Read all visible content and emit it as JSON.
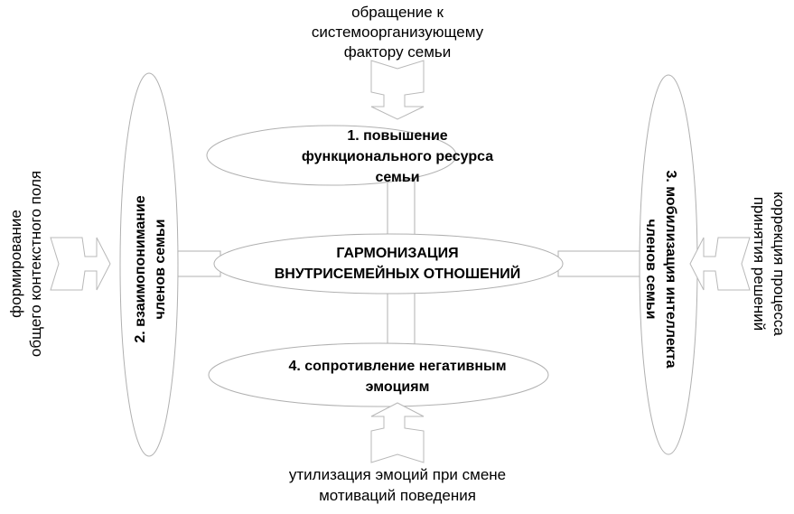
{
  "top_input": [
    "обращение к",
    "системоорганизующему",
    "фактору семьи"
  ],
  "bottom_input": [
    "утилизация эмоций при смене",
    "мотиваций  поведения"
  ],
  "left_input": [
    "формирование",
    "общего контекстного поля"
  ],
  "right_input": [
    "коррекция процесса",
    "принятия решений"
  ],
  "center": [
    "ГАРМОНИЗАЦИЯ",
    "ВНУТРИСЕМЕЙНЫХ ОТНОШЕНИЙ"
  ],
  "node1": [
    "1. повышение",
    "функционального ресурса",
    "семьи"
  ],
  "node2": [
    "2. взаимопонимание",
    "членов семьи"
  ],
  "node3": [
    "3. мобилизация интеллекта",
    "членов семьи"
  ],
  "node4": [
    "4. сопротивление негативным",
    "эмоциям"
  ]
}
